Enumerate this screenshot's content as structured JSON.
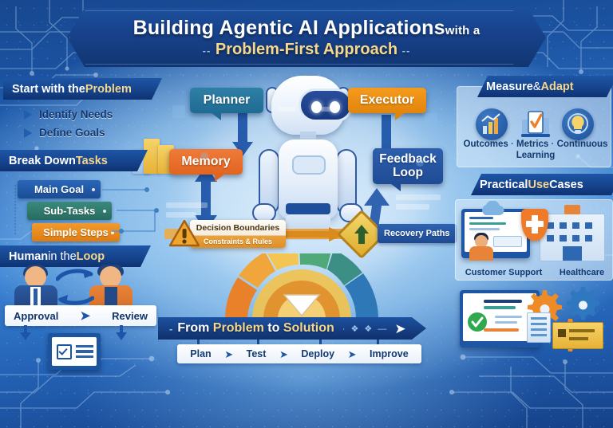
{
  "title": {
    "line1_main": "Building Agentic AI Applications",
    "line1_small": "with a",
    "line2": "Problem-First Approach",
    "line2_dash_left": "--",
    "line2_dash_right": "--"
  },
  "sections": {
    "start_with_problem": {
      "heading_plain": "Start with the ",
      "heading_highlight": "Problem",
      "bullets": [
        "Identify Needs",
        "Define Goals"
      ]
    },
    "break_down_tasks": {
      "heading_plain": "Break Down ",
      "heading_highlight": "Tasks",
      "chips": [
        {
          "label": "Main Goal",
          "color": "#1f56a4"
        },
        {
          "label": "Sub-Tasks",
          "color": "#2f7a6e"
        },
        {
          "label": "Simple Steps",
          "color": "#e88a1e"
        }
      ]
    },
    "human_in_the_loop": {
      "heading_plain_1": "Human ",
      "heading_mid": "in the ",
      "heading_highlight": "Loop",
      "approval_label": "Approval",
      "review_label": "Review",
      "arrow_glyph": "➤"
    },
    "measure_adapt": {
      "heading_plain": "Measure ",
      "heading_amp": "& ",
      "heading_highlight": "Adapt",
      "icons": [
        "bar-chart-icon",
        "checklist-icon",
        "lightbulb-icon"
      ],
      "caption_items": [
        "Outcomes",
        "Metrics",
        "Continuous Learning"
      ],
      "caption_separator": "·"
    },
    "practical_use_cases": {
      "heading_plain": "Practical ",
      "heading_highlight": "Use ",
      "heading_tail": "Cases",
      "captions": [
        "Customer Support",
        "Healthcare"
      ]
    }
  },
  "center": {
    "callouts": [
      {
        "name": "planner",
        "label": "Planner",
        "color": "#1f6b93"
      },
      {
        "name": "executor",
        "label": "Executor",
        "color": "#e2850d"
      },
      {
        "name": "memory",
        "label": "Memory",
        "color": "#e2651f"
      },
      {
        "name": "feedback-loop",
        "label_line1": "Feedback",
        "label_line2": "Loop",
        "color": "#1f4b95"
      }
    ],
    "decision": {
      "title": "Decision Boundaries",
      "subtitle": "Constraints & Rules",
      "warning_glyph": "!"
    },
    "recovery": {
      "label": "Recovery Paths",
      "arrow_glyph": "↑"
    }
  },
  "bottom": {
    "banner": {
      "dash": "-",
      "text_a": "From ",
      "text_highlight_1": "Problem",
      "text_b": " to ",
      "text_highlight_2": "Solution",
      "deco": "· ❖ ❖ —",
      "arrow": "➤"
    },
    "steps": [
      "Plan",
      "Test",
      "Deploy",
      "Improve"
    ],
    "step_arrow": "➤"
  },
  "colors": {
    "background_deep_blue": "#17478f",
    "accent_gold": "#f5d68a",
    "accent_orange": "#ef7a2a",
    "ribbon_blue": "#15428a",
    "teal": "#2e7fa6",
    "green_chip": "#2f7a6e"
  }
}
